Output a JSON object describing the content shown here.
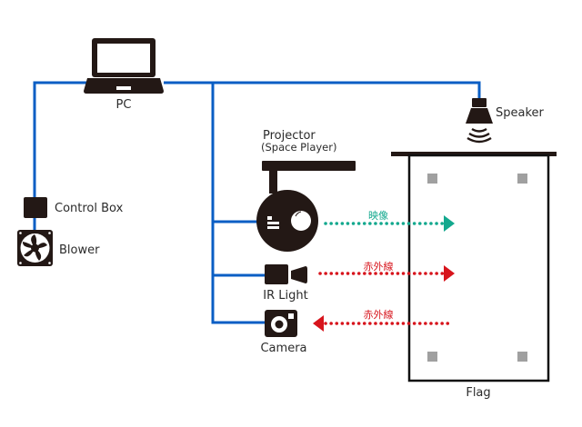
{
  "diagram": {
    "colors": {
      "wire": "#0a5ec4",
      "device": "#231815",
      "flag_border": "#111111",
      "flag_marker": "#a0a0a0",
      "video_arrow": "#13a88e",
      "ir_arrow": "#d7141c",
      "text": "#2b2b2b"
    },
    "nodes": {
      "pc": {
        "label": "PC",
        "icon": "laptop-icon"
      },
      "control_box": {
        "label": "Control Box",
        "icon": "box-icon"
      },
      "blower": {
        "label": "Blower",
        "icon": "fan-icon"
      },
      "projector": {
        "label": "Projector",
        "sublabel": "(Space Player)",
        "icon": "projector-icon"
      },
      "ir_light": {
        "label": "IR Light",
        "icon": "ir-light-icon"
      },
      "camera": {
        "label": "Camera",
        "icon": "camera-icon"
      },
      "speaker": {
        "label": "Speaker",
        "icon": "speaker-icon"
      },
      "flag": {
        "label": "Flag"
      }
    },
    "signals": [
      {
        "label": "映像",
        "direction": "right",
        "color": "#13a88e",
        "meaning": "video"
      },
      {
        "label": "赤外線",
        "direction": "right",
        "color": "#d7141c",
        "meaning": "infrared"
      },
      {
        "label": "赤外線",
        "direction": "left",
        "color": "#d7141c",
        "meaning": "infrared"
      }
    ]
  }
}
